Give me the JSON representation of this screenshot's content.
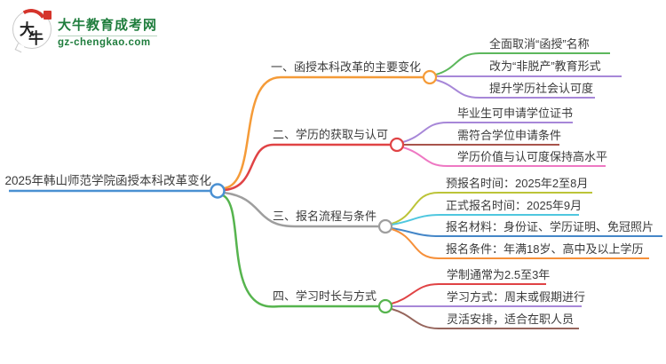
{
  "logo": {
    "icon_char1": "大",
    "icon_char2": "牛",
    "title": "大牛教育成考网",
    "url": "gz-chengkao.com",
    "brand_green": "#1f7d3d",
    "brand_red": "#d5342b"
  },
  "mindmap": {
    "root": {
      "label": "2025年韩山师范学院函授本科改革变化",
      "color": "#4a90d2"
    },
    "branches": [
      {
        "label": "一、函授本科改革的主要变化",
        "color": "#f59b38",
        "children": [
          {
            "label": "全面取消“函授”名称",
            "color": "#5cb75c"
          },
          {
            "label": "改为“非脱产”教育形式",
            "color": "#a787d8"
          },
          {
            "label": "提升学历社会认可度",
            "color": "#a787d8"
          }
        ]
      },
      {
        "label": "二、学历的获取与认可",
        "color": "#e04345",
        "children": [
          {
            "label": "毕业生可申请学位证书",
            "color": "#a787d8"
          },
          {
            "label": "需符合学位申请条件",
            "color": "#a8544b"
          },
          {
            "label": "学历价值与认可度保持高水平",
            "color": "#ee78c3"
          }
        ]
      },
      {
        "label": "三、报名流程与条件",
        "color": "#9e9e9e",
        "children": [
          {
            "label": "预报名时间：2025年2至8月",
            "color": "#bcc438"
          },
          {
            "label": "正式报名时间：2025年9月",
            "color": "#4fc7df"
          },
          {
            "label": "报名材料：身份证、学历证明、免冠照片",
            "color": "#4587c8"
          },
          {
            "label": "报名条件：年满18岁、高中及以上学历",
            "color": "#f6903a"
          }
        ]
      },
      {
        "label": "四、学习时长与方式",
        "color": "#56b44e",
        "children": [
          {
            "label": "学制通常为2.5至3年",
            "color": "#e04345"
          },
          {
            "label": "学习方式：周末或假期进行",
            "color": "#a787d8"
          },
          {
            "label": "灵活安排，适合在职人员",
            "color": "#96655c"
          }
        ]
      }
    ]
  }
}
